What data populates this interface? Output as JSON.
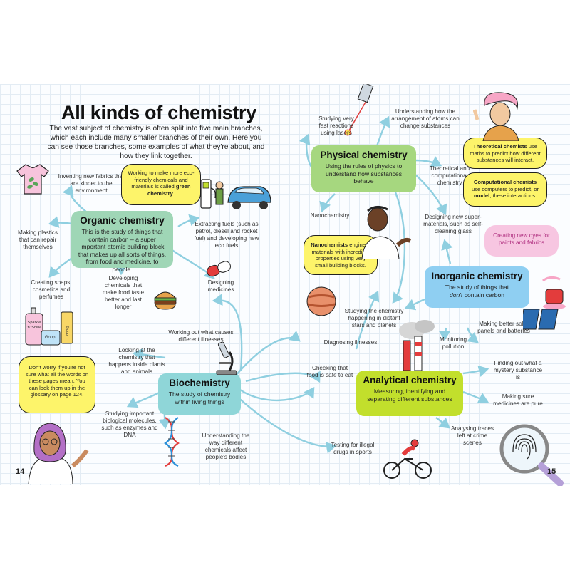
{
  "page": {
    "title": "All kinds of chemistry",
    "intro": "The vast subject of chemistry is often split into five main branches, which each include many smaller branches of their own. Here you can see those branches, some examples of what they're about, and how they link together.",
    "left_page_number": "14",
    "right_page_number": "15"
  },
  "colors": {
    "organic": "#9fd6b6",
    "physical": "#a6d77f",
    "inorganic": "#8fcff2",
    "biochemistry": "#8fd6d8",
    "analytical": "#c2df2c",
    "arrow": "#8fcfe0",
    "speech_bubble": "#fdf46a",
    "pink_bubble": "#f7c6e1"
  },
  "branches": {
    "organic": {
      "title": "Organic chemistry",
      "description": "This is the study of things that contain carbon – a super important atomic building block that makes up all sorts of things, from food and medicine, to people."
    },
    "physical": {
      "title": "Physical chemistry",
      "description": "Using the rules of physics to understand how substances behave"
    },
    "inorganic": {
      "title": "Inorganic chemistry",
      "description_line1": "The study of things that",
      "description_em": "don't",
      "description_line2": "contain carbon"
    },
    "biochemistry": {
      "title": "Biochemistry",
      "description": "The study of chemistry within living things"
    },
    "analytical": {
      "title": "Analytical chemistry",
      "description": "Measuring, identifying and separating different substances"
    }
  },
  "labels": {
    "fabrics": "Inventing new fabrics that are kinder to the environment",
    "plastics": "Making plastics that can repair themselves",
    "soaps": "Creating soaps, cosmetics and perfumes",
    "food_taste": "Developing chemicals that make food taste better and last longer",
    "fuels": "Extracting fuels (such as petrol, diesel and rocket fuel) and developing new eco fuels",
    "medicines": "Designing medicines",
    "illnesses_cause": "Working out what causes different illnesses",
    "plants_animals": "Looking at the chemistry that happens inside plants and animals",
    "biomolecules": "Studying important biological molecules, such as enzymes and DNA",
    "chemicals_bodies": "Understanding the way different chemicals affect people's bodies",
    "diagnosing": "Diagnosing illnesses",
    "food_safe": "Checking that food is safe to eat",
    "drugs_sports": "Testing for illegal drugs in sports",
    "mystery": "Finding out what a mystery substance is",
    "medicines_pure": "Making sure medicines are pure",
    "crime": "Analysing traces left at crime scenes",
    "pollution": "Monitoring pollution",
    "solar": "Making better solar panels and batteries",
    "stars": "Studying the chemistry happening in distant stars and planets",
    "supermaterials": "Designing new super-materials, such as self-cleaning glass",
    "nanochemistry": "Nanochemistry",
    "theoretical": "Theoretical and computational chemistry",
    "atoms": "Understanding how the arrangement of atoms can change substances",
    "lasers": "Studying very fast reactions using lasers"
  },
  "bubbles": {
    "green": {
      "text": "Working to make more eco-friendly chemicals and materials is called",
      "bold": "green chemistry"
    },
    "nano": {
      "bold": "Nanochemists",
      "text": "engineer materials with incredible properties using very small building blocks."
    },
    "theoretical": {
      "bold": "Theoretical chemists",
      "text": "use maths to predict how different substances will interact."
    },
    "computational": {
      "bold": "Computational chemists",
      "text1": "use computers to predict, or",
      "bold2": "model",
      "text2": ", these interactions."
    },
    "glossary": "Don't worry if you're not sure what all the words on these pages mean. You can look them up in the glossary on page 124.",
    "dyes": "Creating new dyes for paints and fabrics"
  },
  "product_labels": {
    "bottle": "Sparkle 'n' Shine",
    "tube": "Goop!",
    "cream": "Goop!"
  }
}
